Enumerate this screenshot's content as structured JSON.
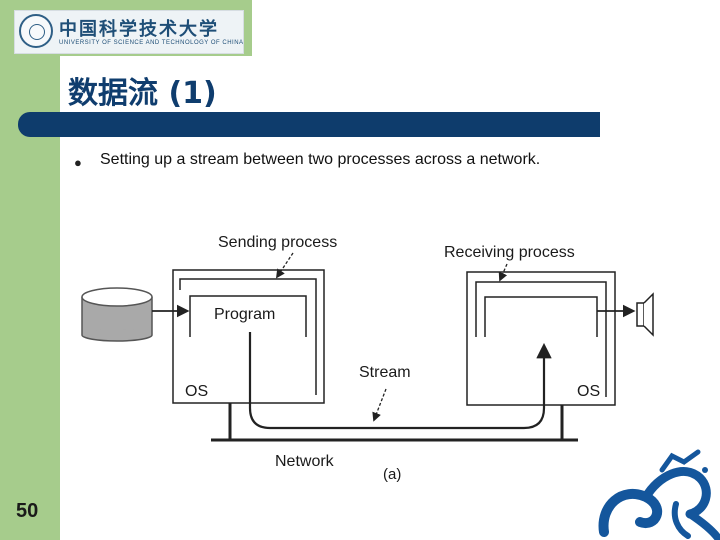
{
  "logo": {
    "name": "中国科学技术大学",
    "subtitle": "UNIVERSITY OF SCIENCE AND TECHNOLOGY OF CHINA"
  },
  "slide": {
    "title": "数据流 (1)",
    "bullet": "Setting up a stream between two processes across a network.",
    "page_number": "50"
  },
  "diagram": {
    "sending_process": "Sending process",
    "receiving_process": "Receiving process",
    "program": "Program",
    "stream": "Stream",
    "os_left": "OS",
    "os_right": "OS",
    "network": "Network",
    "caption": "(a)"
  },
  "colors": {
    "sidebar": "#a6cc8c",
    "title_bar": "#0e3c6c",
    "title_text": "#0f3d6e",
    "dragon": "#14569c"
  }
}
